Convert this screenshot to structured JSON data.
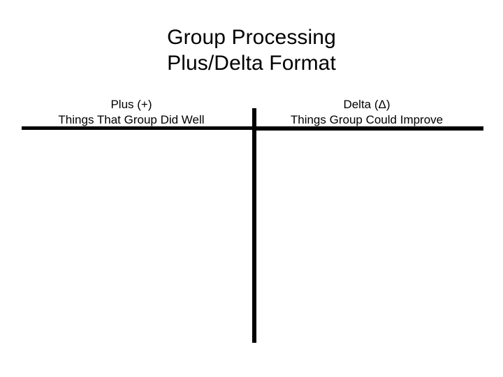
{
  "slide": {
    "background_color": "#ffffff",
    "text_color": "#000000",
    "title": {
      "line1": "Group Processing",
      "line2": "Plus/Delta Format"
    },
    "columns": [
      {
        "id": "plus",
        "symbol": "+",
        "heading": "Plus (+)",
        "subheading": "Things That Group Did Well",
        "content": ""
      },
      {
        "id": "delta",
        "symbol": "Δ",
        "heading": "Delta (Δ)",
        "subheading": "Things Group Could Improve",
        "content": ""
      }
    ]
  }
}
